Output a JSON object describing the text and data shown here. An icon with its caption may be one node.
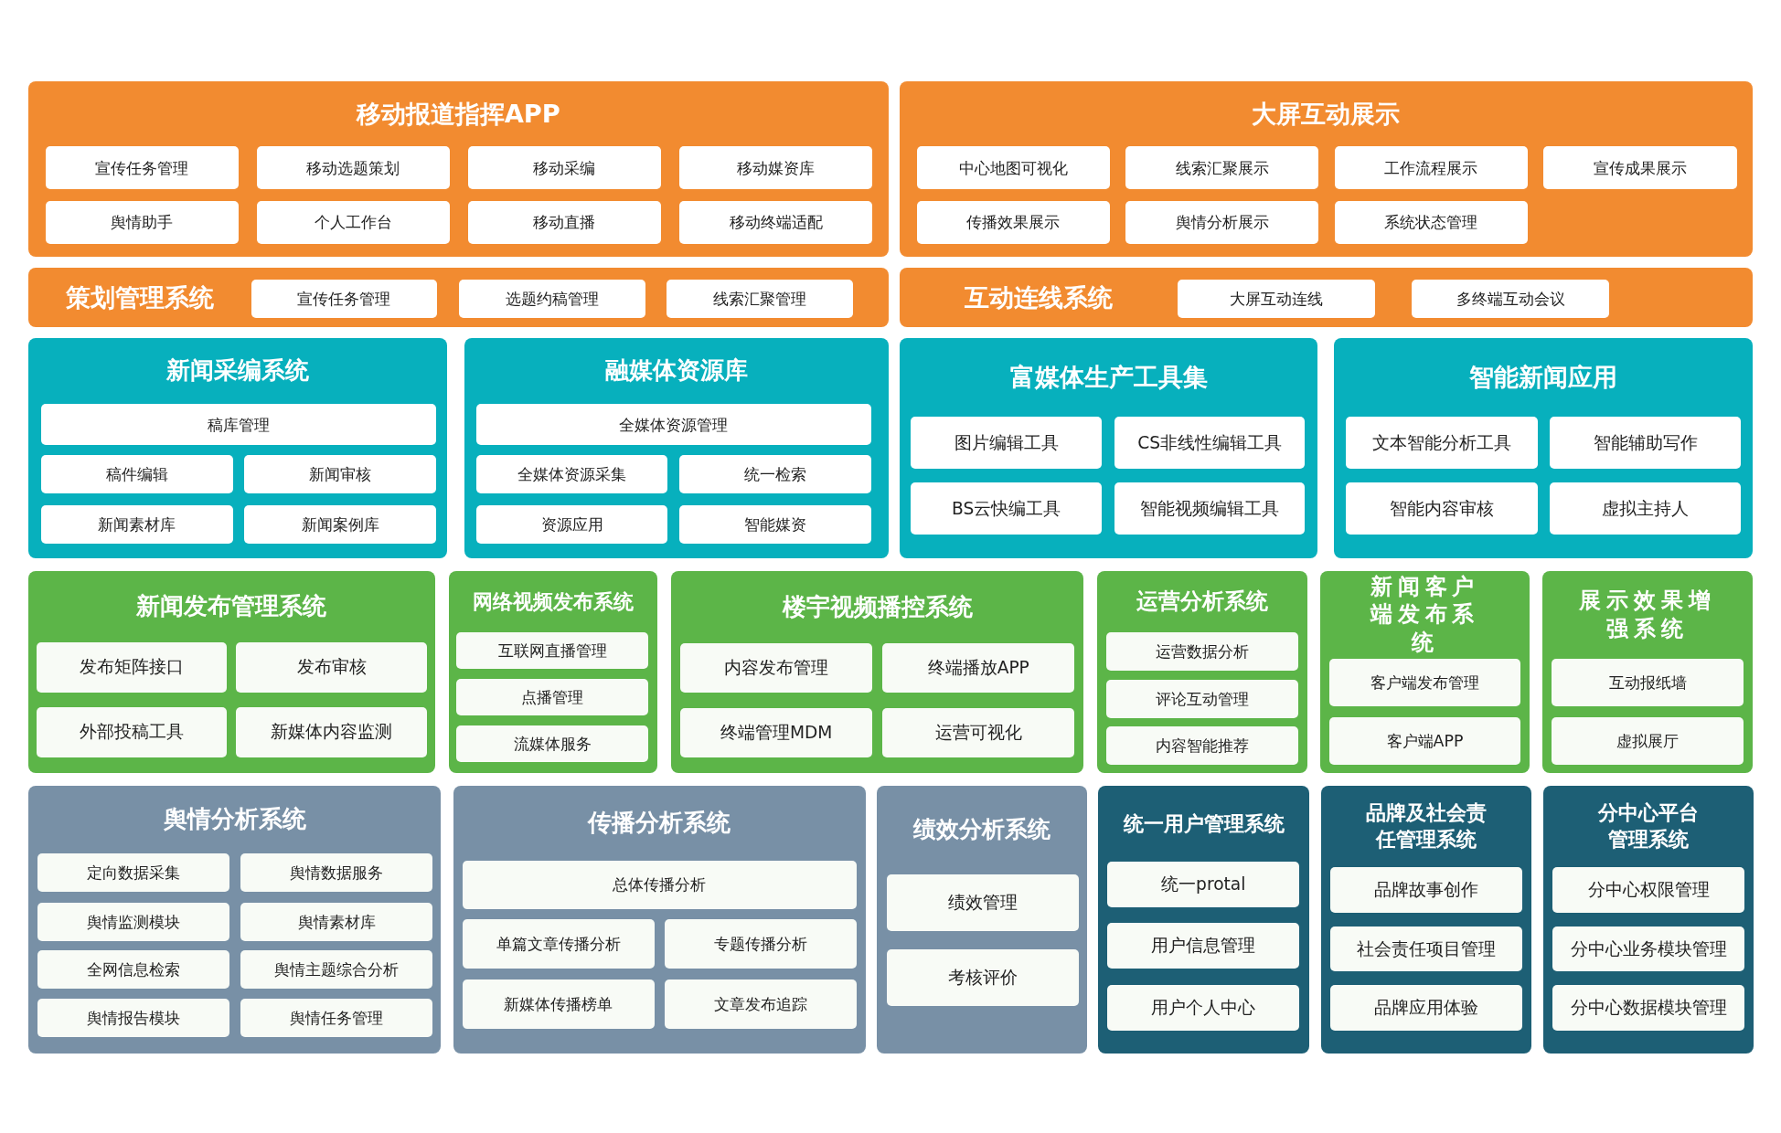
{
  "diagram": {
    "nodes": [
      {
        "text": [
          "移动报道指挥APP"
        ]
      },
      {
        "text": [
          "宣传任务管理"
        ],
        "in": 0
      },
      {
        "text": [
          "移动选题策划"
        ],
        "in": 0
      },
      {
        "text": [
          "移动采编"
        ],
        "in": 0
      },
      {
        "text": [
          "移动媒资库"
        ],
        "in": 0
      },
      {
        "text": [
          "舆情助手"
        ],
        "in": 0
      },
      {
        "text": [
          "个人工作台"
        ],
        "in": 0
      },
      {
        "text": [
          "移动直播"
        ],
        "in": 0
      },
      {
        "text": [
          "移动终端适配"
        ],
        "in": 0
      },
      {
        "text": [
          "大屏互动展示"
        ]
      },
      {
        "text": [
          "中心地图可视化"
        ],
        "in": 9
      },
      {
        "text": [
          "线索汇聚展示"
        ],
        "in": 9
      },
      {
        "text": [
          "工作流程展示"
        ],
        "in": 9
      },
      {
        "text": [
          "宣传成果展示"
        ],
        "in": 9
      },
      {
        "text": [
          "传播效果展示"
        ],
        "in": 9
      },
      {
        "text": [
          "舆情分析展示"
        ],
        "in": 9
      },
      {
        "text": [
          "系统状态管理"
        ],
        "in": 9
      },
      {
        "text": [
          "策划管理系统"
        ]
      },
      {
        "text": [
          "宣传任务管理"
        ],
        "in": 17
      },
      {
        "text": [
          "选题约稿管理"
        ],
        "in": 17
      },
      {
        "text": [
          "线索汇聚管理"
        ],
        "in": 17
      },
      {
        "text": [
          "互动连线系统"
        ]
      },
      {
        "text": [
          "大屏互动连线"
        ],
        "in": 21
      },
      {
        "text": [
          "多终端互动会议"
        ],
        "in": 21
      },
      {
        "text": [
          "新闻采编系统"
        ]
      },
      {
        "text": [
          "稿库管理"
        ],
        "in": 24
      },
      {
        "text": [
          "稿件编辑"
        ],
        "in": 24
      },
      {
        "text": [
          "新闻审核"
        ],
        "in": 24
      },
      {
        "text": [
          "新闻素材库"
        ],
        "in": 24
      },
      {
        "text": [
          "新闻案例库"
        ],
        "in": 24
      },
      {
        "text": [
          "融媒体资源库"
        ]
      },
      {
        "text": [
          "全媒体资源管理"
        ],
        "in": 30
      },
      {
        "text": [
          "全媒体资源采集"
        ],
        "in": 30
      },
      {
        "text": [
          "统一检索"
        ],
        "in": 30
      },
      {
        "text": [
          "资源应用"
        ],
        "in": 30
      },
      {
        "text": [
          "智能媒资"
        ],
        "in": 30
      },
      {
        "text": [
          "富媒体生产工具集"
        ]
      },
      {
        "text": [
          "图片编辑工具"
        ],
        "in": 36
      },
      {
        "text": [
          "CS非线性编辑工具"
        ],
        "in": 36
      },
      {
        "text": [
          "BS云快编工具"
        ],
        "in": 36
      },
      {
        "text": [
          "智能视频编辑工具"
        ],
        "in": 36
      },
      {
        "text": [
          "智能新闻应用"
        ]
      },
      {
        "text": [
          "文本智能分析工具"
        ],
        "in": 41
      },
      {
        "text": [
          "智能辅助写作"
        ],
        "in": 41
      },
      {
        "text": [
          "智能内容审核"
        ],
        "in": 41
      },
      {
        "text": [
          "虚拟主持人"
        ],
        "in": 41
      },
      {
        "text": [
          "新闻发布管理系统"
        ]
      },
      {
        "text": [
          "发布矩阵接口"
        ],
        "in": 46
      },
      {
        "text": [
          "发布审核"
        ],
        "in": 46
      },
      {
        "text": [
          "外部投稿工具"
        ],
        "in": 46
      },
      {
        "text": [
          "新媒体内容监测"
        ],
        "in": 46
      },
      {
        "text": [
          "网络视频发布系统"
        ]
      },
      {
        "text": [
          "互联网直播管理"
        ],
        "in": 51
      },
      {
        "text": [
          "点播管理"
        ],
        "in": 51
      },
      {
        "text": [
          "流媒体服务"
        ],
        "in": 51
      },
      {
        "text": [
          "楼宇视频播控系统"
        ]
      },
      {
        "text": [
          "内容发布管理"
        ],
        "in": 55
      },
      {
        "text": [
          "终端播放APP"
        ],
        "in": 55
      },
      {
        "text": [
          "终端管理MDM"
        ],
        "in": 55
      },
      {
        "text": [
          "运营可视化"
        ],
        "in": 55
      },
      {
        "text": [
          "运营分析系统"
        ]
      },
      {
        "text": [
          "运营数据分析"
        ],
        "in": 60
      },
      {
        "text": [
          "评论互动管理"
        ],
        "in": 60
      },
      {
        "text": [
          "内容智能推荐"
        ],
        "in": 60
      },
      {
        "text": [
          "新闻客户端发布系统"
        ]
      },
      {
        "text": [
          "客户端发布管理"
        ],
        "in": 64
      },
      {
        "text": [
          "客户端APP"
        ],
        "in": 64
      },
      {
        "text": [
          "展示效果增强系统"
        ]
      },
      {
        "text": [
          "互动报纸墙"
        ],
        "in": 67
      },
      {
        "text": [
          "虚拟展厅"
        ],
        "in": 67
      },
      {
        "text": [
          "舆情分析系统"
        ]
      },
      {
        "text": [
          "定向数据采集"
        ],
        "in": 70
      },
      {
        "text": [
          "舆情数据服务"
        ],
        "in": 70
      },
      {
        "text": [
          "舆情监测模块"
        ],
        "in": 70
      },
      {
        "text": [
          "舆情素材库"
        ],
        "in": 70
      },
      {
        "text": [
          "全网信息检索"
        ],
        "in": 70
      },
      {
        "text": [
          "舆情主题综合分析"
        ],
        "in": 70
      },
      {
        "text": [
          "舆情报告模块"
        ],
        "in": 70
      },
      {
        "text": [
          "舆情任务管理"
        ],
        "in": 70
      },
      {
        "text": [
          "传播分析系统"
        ]
      },
      {
        "text": [
          "总体传播分析"
        ],
        "in": 79
      },
      {
        "text": [
          "单篇文章传播分析"
        ],
        "in": 79
      },
      {
        "text": [
          "专题传播分析"
        ],
        "in": 79
      },
      {
        "text": [
          "新媒体传播榜单"
        ],
        "in": 79
      },
      {
        "text": [
          "文章发布追踪"
        ],
        "in": 79
      },
      {
        "text": [
          "绩效分析系统"
        ]
      },
      {
        "text": [
          "绩效管理"
        ],
        "in": 85
      },
      {
        "text": [
          "考核评价"
        ],
        "in": 85
      },
      {
        "text": [
          "统一用户管理系统"
        ]
      },
      {
        "text": [
          "统一protal"
        ],
        "in": 88
      },
      {
        "text": [
          "用户信息管理"
        ],
        "in": 88
      },
      {
        "text": [
          "用户个人中心"
        ],
        "in": 88
      },
      {
        "text": [
          "品牌及社会责任管理系统"
        ]
      },
      {
        "text": [
          "品牌故事创作"
        ],
        "in": 92
      },
      {
        "text": [
          "社会责任项目管理"
        ],
        "in": 92
      },
      {
        "text": [
          "品牌应用体验"
        ],
        "in": 92
      },
      {
        "text": [
          "分中心平台管理系统"
        ]
      },
      {
        "text": [
          "分中心权限管理"
        ],
        "in": 96
      },
      {
        "text": [
          "分中心业务模块管理"
        ],
        "in": 96
      },
      {
        "text": [
          "分中心数据模块管理"
        ],
        "in": 96
      }
    ]
  }
}
